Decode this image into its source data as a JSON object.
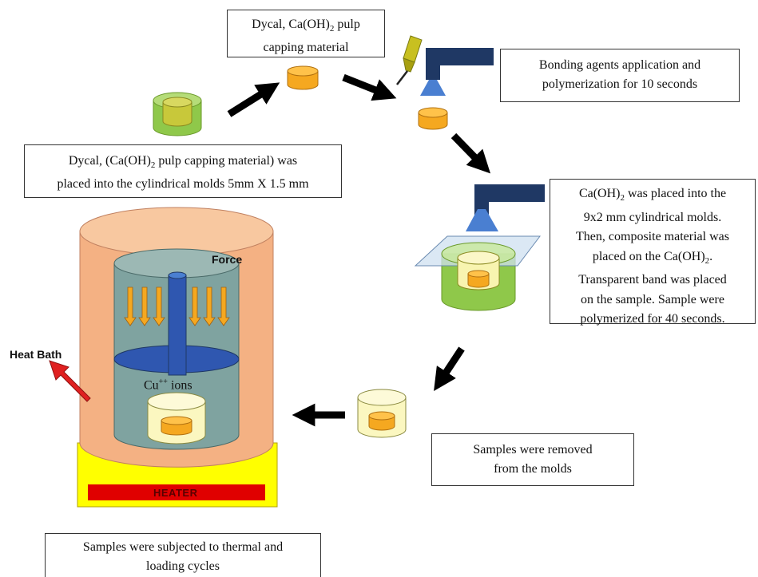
{
  "boxes": {
    "top_material": {
      "line1": "Dycal, Ca(OH)",
      "sub": "2",
      "line1_tail": " pulp",
      "line2": "capping material"
    },
    "bonding": {
      "line1": "Bonding agents application and",
      "line2": "polymerization for 10 seconds"
    },
    "placed": {
      "line1_a": "Dycal, (Ca(OH)",
      "sub": "2",
      "line1_b": " pulp capping material) was",
      "line2": "placed into the cylindrical molds 5mm X 1.5 mm"
    },
    "composite": {
      "l1a": "Ca(OH)",
      "l1sub": "2",
      "l1b": "  was placed into the",
      "l2": "9x2 mm cylindrical molds.",
      "l3": "Then, composite material was",
      "l4a": "placed on the Ca(OH)",
      "l4sub": "2",
      "l4b": ".",
      "l5": "Transparent band was placed",
      "l6": "on the sample. Sample were",
      "l7": "polymerized for 40 seconds."
    },
    "removed": {
      "line1": "Samples were removed",
      "line2": "from the molds"
    },
    "thermal": {
      "line1": "Samples were subjected to thermal and",
      "line2": "loading cycles"
    }
  },
  "labels": {
    "force": "Force",
    "heat_bath": "Heat Bath",
    "ions_a": "Cu",
    "ions_sup": "++",
    "ions_b": " ions",
    "heater": "HEATER"
  },
  "colors": {
    "green": "#8fc84a",
    "green_inner": "#c8d64a",
    "orange": "#f5a820",
    "pale": "#fbf7c0",
    "navy": "#1f3864",
    "blue_light": "#4a7fd1",
    "bath": "#f4b183",
    "water": "#7fa3a0",
    "heater_base": "#ffff00",
    "heater_bar": "#e00000",
    "arrow_red": "#e02020"
  }
}
